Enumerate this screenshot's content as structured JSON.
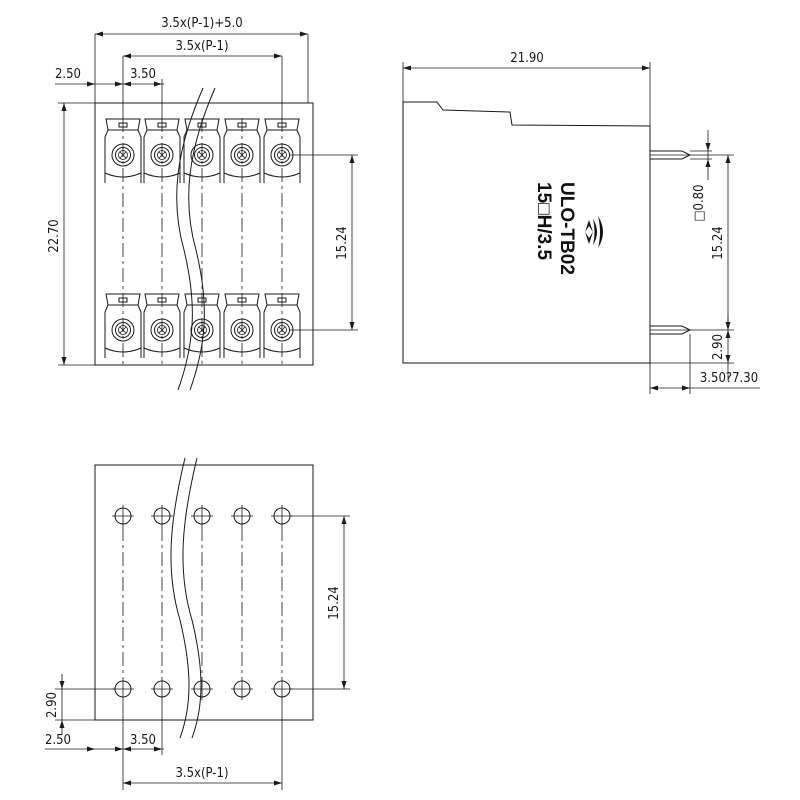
{
  "front_view": {
    "top_overall": "3.5x(P-1)+5.0",
    "top_pitch_span": "3.5x(P-1)",
    "edge_offset": "2.50",
    "pitch": "3.50",
    "height": "22.70",
    "row_spacing": "15.24"
  },
  "side_view": {
    "depth": "21.90",
    "part_number": "ULO-TB02",
    "series_code": "15□H/3.5",
    "pin_size": "□0.80",
    "pin_row_spacing": "15.24",
    "pin_offset": "2.90",
    "pin_length": "3.50?7.30"
  },
  "pcb_view": {
    "row_spacing": "15.24",
    "row_offset": "2.90",
    "edge_offset": "2.50",
    "pitch": "3.50",
    "pitch_span": "3.5x(P-1)"
  }
}
